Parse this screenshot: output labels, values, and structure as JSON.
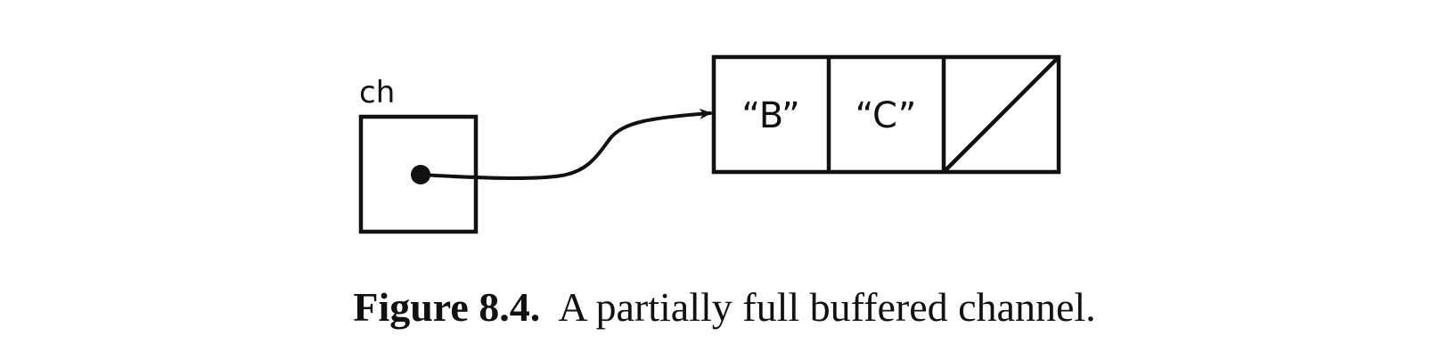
{
  "diagram": {
    "variable_label": "ch",
    "buffer_cells": [
      "“B”",
      "“C”",
      ""
    ]
  },
  "caption": {
    "figure_number": "Figure 8.4.",
    "text": "A partially full buffered channel."
  }
}
